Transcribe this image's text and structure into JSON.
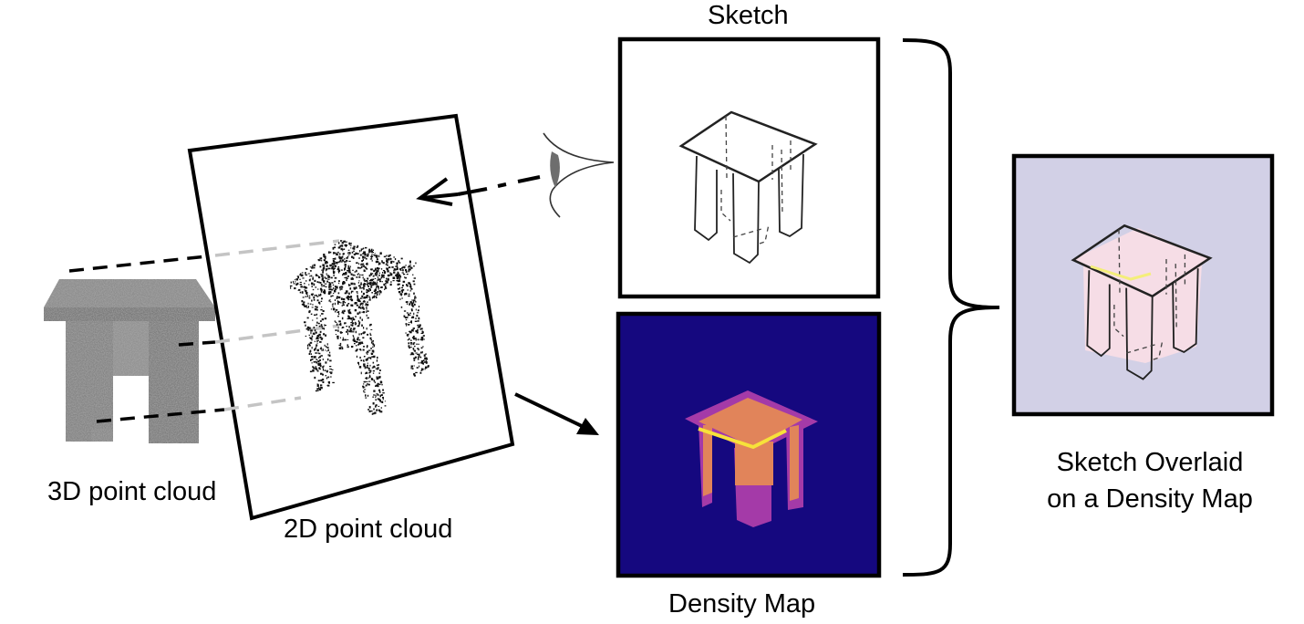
{
  "labels": {
    "sketch": "Sketch",
    "density_map": "Density Map",
    "point_cloud_3d": "3D point cloud",
    "point_cloud_2d": "2D point cloud",
    "overlay_line1": "Sketch Overlaid",
    "overlay_line2": "on a Density Map"
  },
  "colors": {
    "density_background": "#15087f",
    "density_purple": "#a43aa8",
    "density_orange": "#e1845a",
    "density_yellow": "#f7e23a",
    "overlay_background": "#d2d0e6",
    "overlay_fill": "#f6dde6",
    "point_cloud_gray": "#8a8a8a",
    "projection_dash": "#c4c4c4"
  },
  "icons": [
    "eye-icon",
    "arrow-icon",
    "curly-brace-icon"
  ]
}
